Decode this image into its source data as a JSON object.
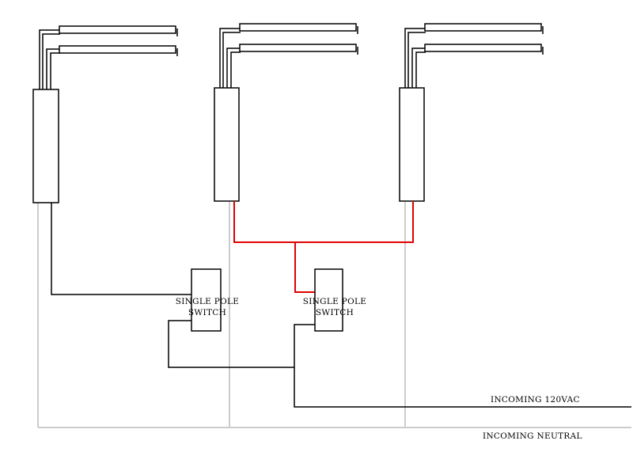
{
  "switches": [
    {
      "line1": "SINGLE POLE",
      "line2": "SWITCH"
    },
    {
      "line1": "SINGLE POLE",
      "line2": "SWITCH"
    }
  ],
  "labels": {
    "incoming_hot": "INCOMING 120VAC",
    "incoming_neutral": "INCOMING NEUTRAL"
  },
  "colors": {
    "neutral_wire": "#cccccc",
    "hot_wire": "#000000",
    "switched_wire": "#e00000",
    "outline": "#000000"
  },
  "fixture_count": 3,
  "lamps_per_fixture": 2
}
